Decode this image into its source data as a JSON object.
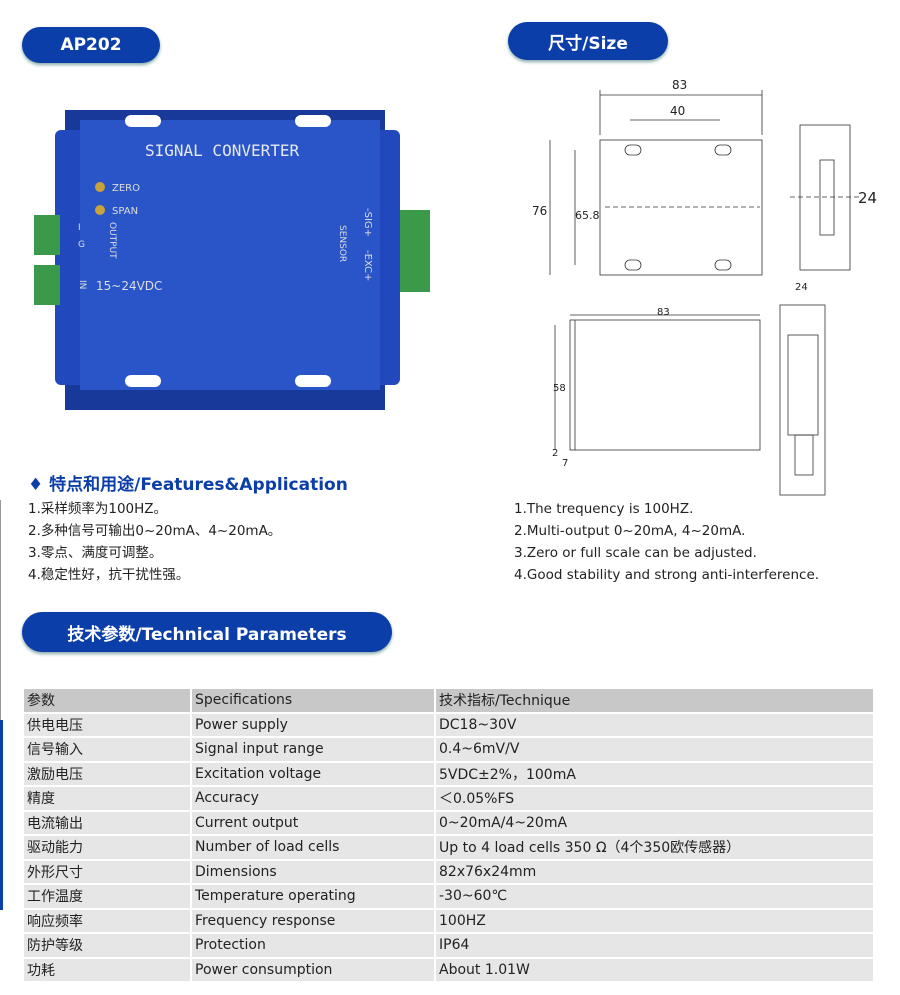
{
  "model_badge": "AP202",
  "size_badge": "尺寸/Size",
  "params_badge": "技术参数/Technical Parameters",
  "product": {
    "title": "SIGNAL CONVERTER",
    "zero": "ZERO",
    "span": "SPAN",
    "output": "OUTPUT",
    "i_label": "I",
    "g_label": "G",
    "in_label": "IN",
    "voltage": "15~24VDC",
    "sensor": "SENSOR",
    "sig": "-SIG+",
    "exc": "-EXC+",
    "case_color": "#1f46b8"
  },
  "drawing": {
    "w83": "83",
    "w40": "40",
    "h76": "76",
    "h658": "65.8",
    "d24": "24",
    "w83b": "83",
    "d24b": "24",
    "h58": "58",
    "n2": "2",
    "n7": "7"
  },
  "features": {
    "title": "♦ 特点和用途/Features&Application",
    "zh": [
      "1.采样频率为100HZ。",
      "2.多种信号可输出0~20mA、4~20mA。",
      "3.零点、满度可调整。",
      "4.稳定性好，抗干扰性强。"
    ],
    "en": [
      "1.The trequency is 100HZ.",
      "2.Multi-output 0~20mA, 4~20mA.",
      "3.Zero or full scale can be adjusted.",
      "4.Good stability and strong anti-interference."
    ]
  },
  "table": {
    "header": [
      "参数",
      "Specifications",
      "技术指标/Technique"
    ],
    "rows": [
      [
        "供电电压",
        "Power supply",
        "DC18~30V"
      ],
      [
        "信号输入",
        "Signal input range",
        "0.4~6mV/V"
      ],
      [
        "激励电压",
        "Excitation voltage",
        "5VDC±2%，100mA"
      ],
      [
        "精度",
        "Accuracy",
        "＜0.05%FS"
      ],
      [
        "电流输出",
        "Current output",
        "0~20mA/4~20mA"
      ],
      [
        "驱动能力",
        "Number of load cells",
        "Up to 4 load cells 350 Ω（4个350欧传感器）"
      ],
      [
        "外形尺寸",
        "Dimensions",
        "82x76x24mm"
      ],
      [
        "工作温度",
        "Temperature operating",
        "-30~60℃"
      ],
      [
        "响应频率",
        "Frequency response",
        "100HZ"
      ],
      [
        "防护等级",
        "Protection",
        "IP64"
      ],
      [
        "功耗",
        "Power consumption",
        "About 1.01W"
      ]
    ]
  },
  "brand_color": "#0b3ea8"
}
